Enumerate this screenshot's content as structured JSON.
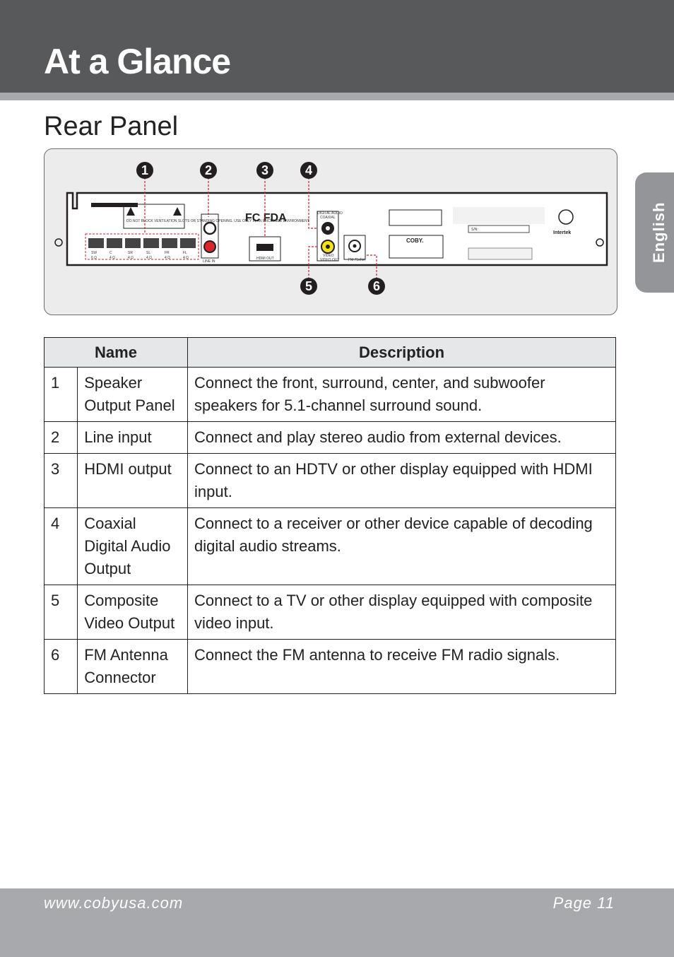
{
  "header": {
    "title": "At a Glance"
  },
  "side_tab": {
    "label": "English"
  },
  "section": {
    "title": "Rear Panel"
  },
  "figure": {
    "callouts": [
      "1",
      "2",
      "3",
      "4",
      "5",
      "6"
    ],
    "panel_labels": {
      "line_in": "LINE IN",
      "hdmi_out": "HDMI OUT",
      "digital_audio": "DIGITAL AUDIO",
      "coaxial": "COAXIAL",
      "video": "VIDEO",
      "video_out": "VIDEO OUT",
      "fm": "FM 75ohm",
      "coby": "COBY.",
      "sn": "S/N:",
      "intertek": "Intertek",
      "caution": "DO NOT BLOCK VENTILATION SLOTS OR STANDING OPENING. USE ONLY IN AN ENCLOSED ENVIRONMENT",
      "speakers": [
        "SW",
        "C",
        "SR",
        "SL",
        "FR",
        "FL"
      ],
      "ohms": [
        "6 Ω",
        "4 Ω",
        "4 Ω",
        "4 Ω",
        "4 Ω",
        "4 Ω"
      ]
    }
  },
  "table": {
    "headers": {
      "name": "Name",
      "description": "Description"
    },
    "rows": [
      {
        "num": "1",
        "name": "Speaker Output Panel",
        "desc": "Connect the front, surround, center, and subwoofer speakers for 5.1-channel surround sound."
      },
      {
        "num": "2",
        "name": "Line input",
        "desc": "Connect and play stereo audio from external devices."
      },
      {
        "num": "3",
        "name": "HDMI output",
        "desc": "Connect to an HDTV or other display equipped with HDMI input."
      },
      {
        "num": "4",
        "name": "Coaxial Digital Audio Output",
        "desc": "Connect to a receiver or other device capable of decoding digital audio streams."
      },
      {
        "num": "5",
        "name": "Composite Video Output",
        "desc": "Connect to a TV or other display equipped with composite video input."
      },
      {
        "num": "6",
        "name": "FM Antenna Connector",
        "desc": "Connect the FM antenna to receive FM radio signals."
      }
    ]
  },
  "footer": {
    "url": "www.cobyusa.com",
    "page": "Page 11"
  }
}
